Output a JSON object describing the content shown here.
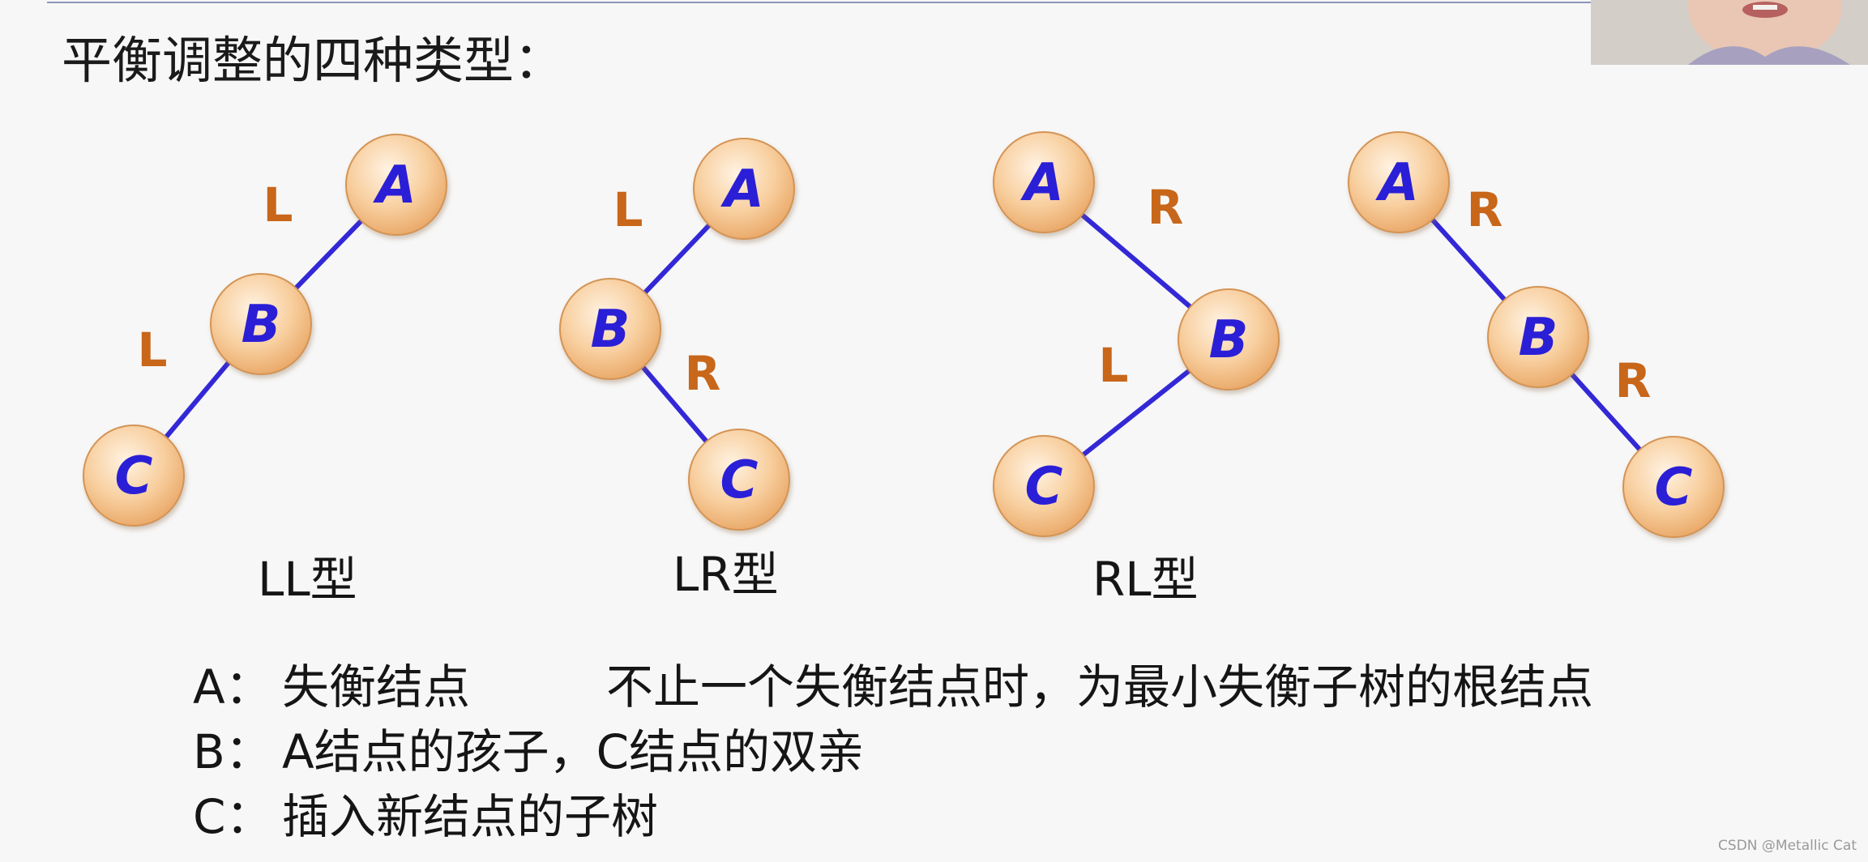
{
  "title": "平衡调整的四种类型：",
  "node_fill_colors": {
    "center": "#fde6cc",
    "edge": "#e7a866",
    "stroke": "#d49455"
  },
  "node_text_color": "#2a1fd6",
  "edge_color": "#3328d6",
  "edge_label_color": "#c8661a",
  "trees": [
    {
      "caption": "LL型",
      "node_labels": [
        "A",
        "B",
        "C"
      ],
      "edge_labels": [
        "L",
        "L"
      ]
    },
    {
      "caption": "LR型",
      "node_labels": [
        "A",
        "B",
        "C"
      ],
      "edge_labels": [
        "L",
        "R"
      ]
    },
    {
      "caption": "RL型",
      "node_labels": [
        "A",
        "B",
        "C"
      ],
      "edge_labels": [
        "R",
        "L"
      ]
    },
    {
      "caption": "",
      "node_labels": [
        "A",
        "B",
        "C"
      ],
      "edge_labels": [
        "R",
        "R"
      ]
    }
  ],
  "legend": [
    {
      "key": "A：",
      "text": "失衡结点",
      "note": "不止一个失衡结点时，为最小失衡子树的根结点"
    },
    {
      "key": "B：",
      "text": "A结点的孩子，C结点的双亲",
      "note": ""
    },
    {
      "key": "C：",
      "text": "插入新结点的子树",
      "note": ""
    }
  ],
  "watermark": "CSDN @Metallic Cat"
}
